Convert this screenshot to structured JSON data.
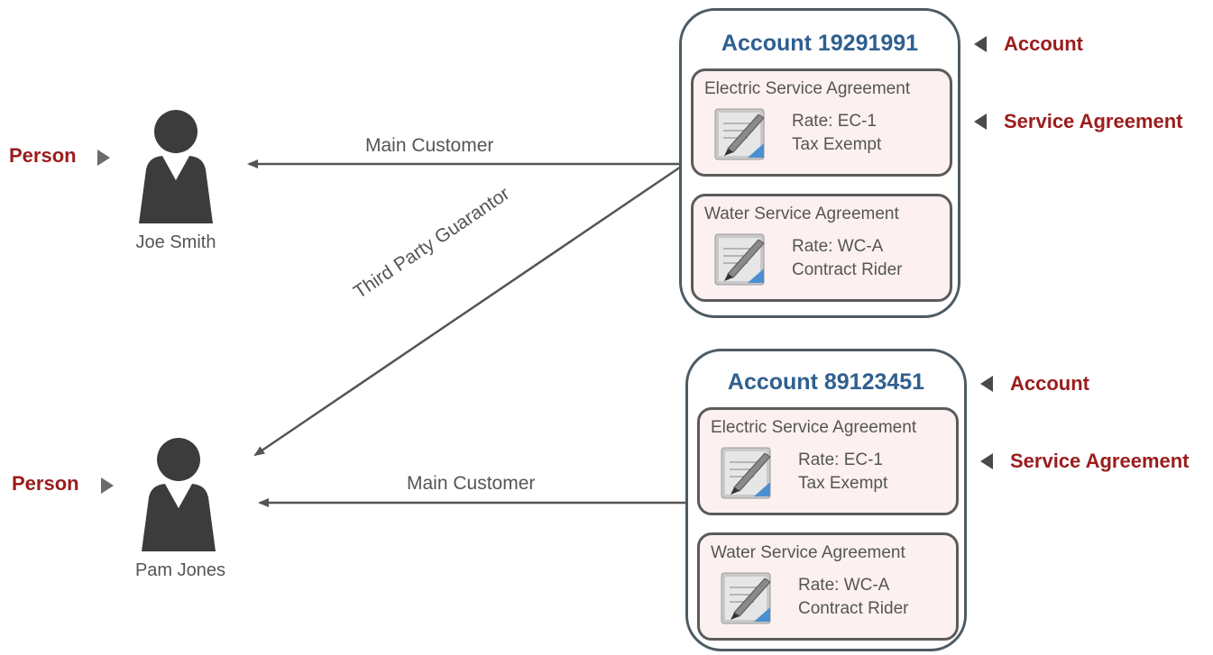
{
  "roles": {
    "person": "Person",
    "account": "Account",
    "service_agreement": "Service Agreement"
  },
  "persons": [
    {
      "name": "Joe Smith"
    },
    {
      "name": "Pam Jones"
    }
  ],
  "links": {
    "main_customer_1": "Main Customer",
    "main_customer_2": "Main Customer",
    "third_party": "Third Party Guarantor"
  },
  "accounts": [
    {
      "title": "Account 19291991",
      "agreements": [
        {
          "title": "Electric Service Agreement",
          "line1": "Rate: EC-1",
          "line2": "Tax Exempt"
        },
        {
          "title": "Water Service Agreement",
          "line1": "Rate: WC-A",
          "line2": "Contract Rider"
        }
      ]
    },
    {
      "title": "Account 89123451",
      "agreements": [
        {
          "title": "Electric Service Agreement",
          "line1": "Rate: EC-1",
          "line2": "Tax Exempt"
        },
        {
          "title": "Water Service Agreement",
          "line1": "Rate: WC-A",
          "line2": "Contract Rider"
        }
      ]
    }
  ],
  "colors": {
    "role_label": "#9b1c1c",
    "account_title": "#2f5f8f",
    "agreement_fill": "#fdf0f0",
    "person_icon": "#3c3c3c"
  }
}
